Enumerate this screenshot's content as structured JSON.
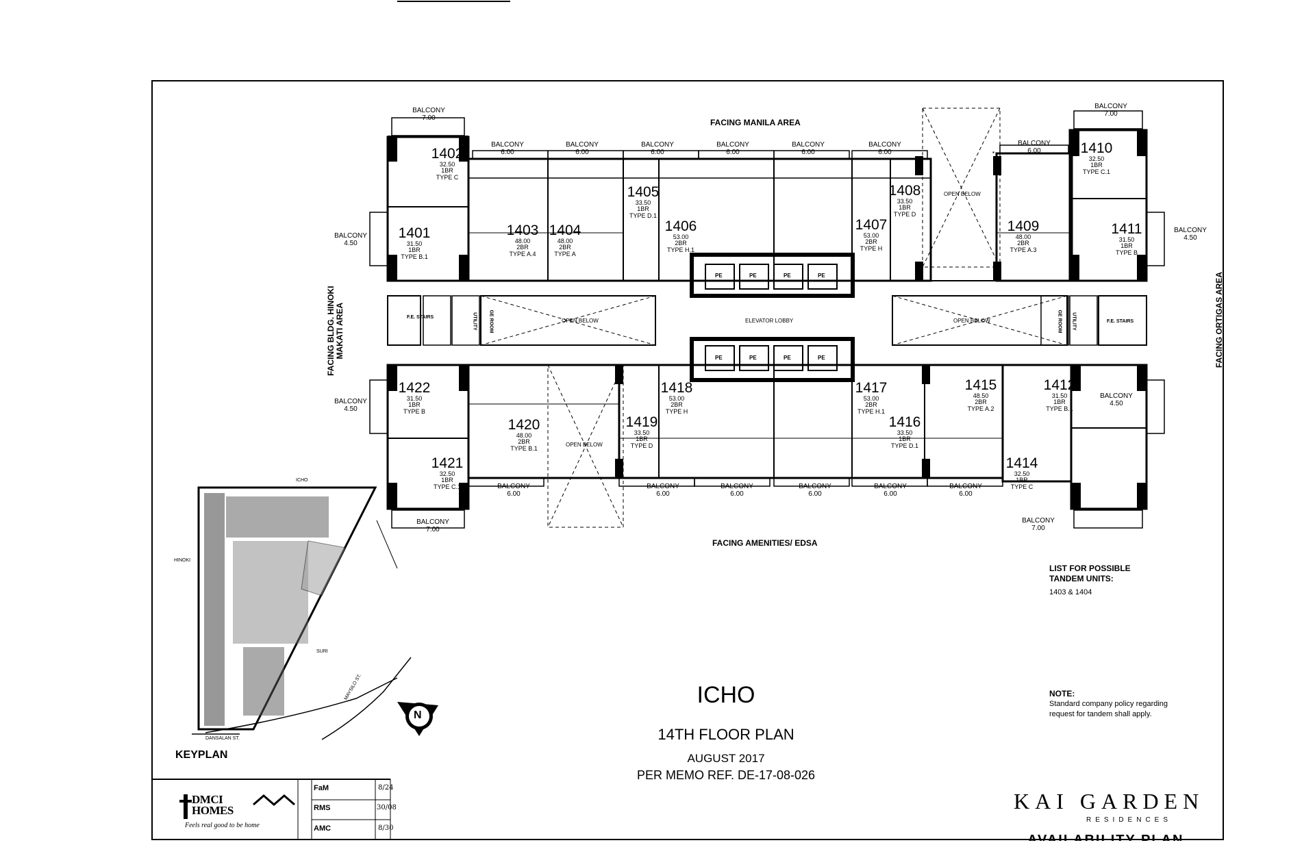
{
  "header": {
    "project_title": "ICHO",
    "floor_plan": "14TH FLOOR PLAN",
    "date": "AUGUST 2017",
    "memo_ref": "PER MEMO REF. DE-17-08-026"
  },
  "orientation": {
    "top": "FACING MANILA AREA",
    "bottom": "FACING AMENITIES/ EDSA",
    "left_line1": "FACING BLDG. HINOKI",
    "left_line2": "MAKATI AREA",
    "right": "FACING ORTIGAS AREA"
  },
  "common_areas": {
    "elevator_lobby": "ELEVATOR LOBBY",
    "open_below": "OPEN BELOW",
    "pe": "PE",
    "fe_stairs": "F.E. STAIRS",
    "utility": "UTILITY",
    "ge_room": "GE ROOM"
  },
  "units": [
    {
      "no": "1402",
      "area": "32.50",
      "type": "1BR",
      "variant": "TYPE C"
    },
    {
      "no": "1401",
      "area": "31.50",
      "type": "1BR",
      "variant": "TYPE B.1"
    },
    {
      "no": "1403",
      "area": "48.00",
      "type": "2BR",
      "variant": "TYPE A.4"
    },
    {
      "no": "1404",
      "area": "48.00",
      "type": "2BR",
      "variant": "TYPE A"
    },
    {
      "no": "1405",
      "area": "33.50",
      "type": "1BR",
      "variant": "TYPE D.1"
    },
    {
      "no": "1406",
      "area": "53.00",
      "type": "2BR",
      "variant": "TYPE H.1"
    },
    {
      "no": "1407",
      "area": "53.00",
      "type": "2BR",
      "variant": "TYPE H"
    },
    {
      "no": "1408",
      "area": "33.50",
      "type": "1BR",
      "variant": "TYPE D"
    },
    {
      "no": "1409",
      "area": "48.00",
      "type": "2BR",
      "variant": "TYPE A.3"
    },
    {
      "no": "1410",
      "area": "32.50",
      "type": "1BR",
      "variant": "TYPE C.1"
    },
    {
      "no": "1411",
      "area": "31.50",
      "type": "1BR",
      "variant": "TYPE B"
    },
    {
      "no": "1422",
      "area": "31.50",
      "type": "1BR",
      "variant": "TYPE B"
    },
    {
      "no": "1420",
      "area": "48.00",
      "type": "2BR",
      "variant": "TYPE B.1"
    },
    {
      "no": "1421",
      "area": "32.50",
      "type": "1BR",
      "variant": "TYPE C.1"
    },
    {
      "no": "1418",
      "area": "53.00",
      "type": "2BR",
      "variant": "TYPE H"
    },
    {
      "no": "1419",
      "area": "33.50",
      "type": "1BR",
      "variant": "TYPE D"
    },
    {
      "no": "1417",
      "area": "53.00",
      "type": "2BR",
      "variant": "TYPE H.1"
    },
    {
      "no": "1416",
      "area": "33.50",
      "type": "1BR",
      "variant": "TYPE D.1"
    },
    {
      "no": "1415",
      "area": "48.50",
      "type": "2BR",
      "variant": "TYPE A.2"
    },
    {
      "no": "1412",
      "area": "31.50",
      "type": "1BR",
      "variant": "TYPE B.1"
    },
    {
      "no": "1414",
      "area": "32.50",
      "type": "1BR",
      "variant": "TYPE C"
    }
  ],
  "balconies": {
    "label": "BALCONY",
    "top": [
      "7.00",
      "6.00",
      "6.00",
      "6.00",
      "6.00",
      "6.00",
      "6.00",
      "6.00",
      "7.00"
    ],
    "side": [
      "4.50",
      "4.50",
      "4.50",
      "4.50"
    ],
    "bottom": [
      "7.00",
      "6.00",
      "6.00",
      "6.00",
      "6.00",
      "6.00",
      "6.00",
      "7.00"
    ]
  },
  "keyplan": {
    "title": "KEYPLAN",
    "labels": [
      "ICHO",
      "HINOKI",
      "SURI",
      "DANSALAN ST.",
      "MAYSILO ST."
    ]
  },
  "tandem": {
    "heading_line1": "LIST FOR POSSIBLE",
    "heading_line2": "TANDEM UNITS:",
    "units": "1403 & 1404"
  },
  "note": {
    "heading": "NOTE:",
    "line1": "Standard company policy regarding",
    "line2": "request for tandem shall apply."
  },
  "north": "N",
  "logo": {
    "brand": "DMCI HOMES",
    "tagline": "Feels real good to be home"
  },
  "approvals": [
    {
      "role": "FaM",
      "date": "8/24"
    },
    {
      "role": "RMS",
      "date": "30/08"
    },
    {
      "role": "AMC",
      "date": "8/30"
    }
  ],
  "residence": {
    "name": "KAI GARDEN",
    "sub": "RESIDENCES",
    "footer": "AVAILABILITY PLAN"
  }
}
